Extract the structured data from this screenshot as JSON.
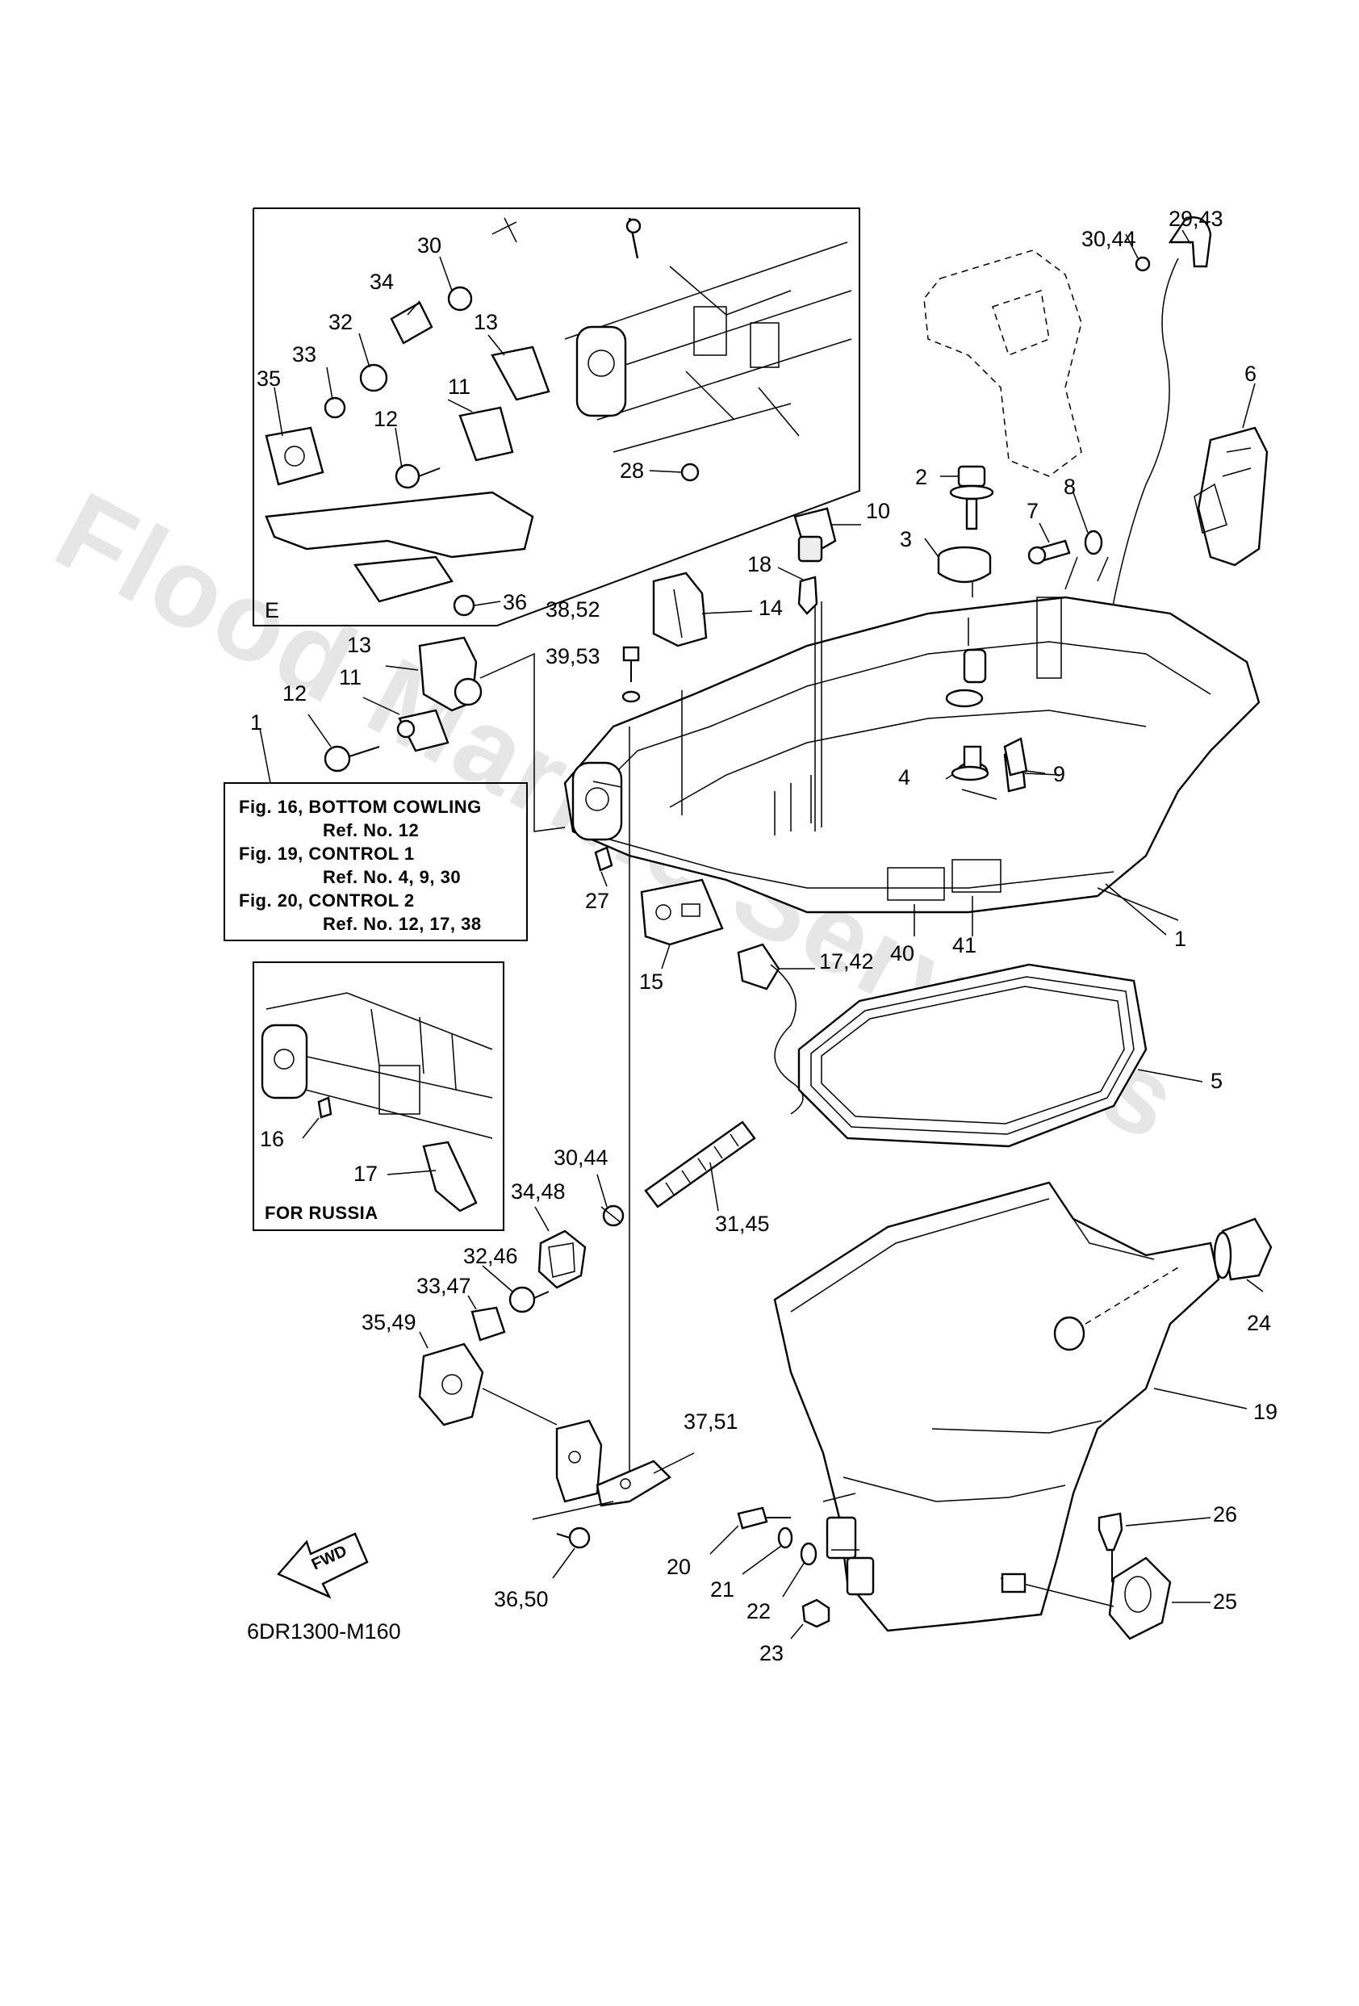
{
  "diagram": {
    "watermark": "Flood Marine Services",
    "drawing_code": "6DR1300-M160",
    "fwd_label": "FWD",
    "inset_e_label": "E",
    "inset_russia_label": "FOR RUSSIA",
    "note_lines": [
      "Fig. 16, BOTTOM COWLING",
      "Ref. No. 12",
      "Fig. 19, CONTROL 1",
      "Ref. No. 4, 9, 30",
      "Fig. 20, CONTROL 2",
      "Ref. No. 12, 17, 38"
    ],
    "callouts": {
      "c1": "1",
      "c2": "2",
      "c3": "3",
      "c4": "4",
      "c5": "5",
      "c6": "6",
      "c7": "7",
      "c8": "8",
      "c9": "9",
      "c10": "10",
      "c14": "14",
      "c15": "15",
      "c18": "18",
      "c19": "19",
      "c20": "20",
      "c21": "21",
      "c22": "22",
      "c23": "23",
      "c24": "24",
      "c25": "25",
      "c26": "26",
      "c27": "27",
      "c40": "40",
      "c41": "41",
      "c29_43": "29,43",
      "c30_44_top": "30,44",
      "c38_52": "38,52",
      "c39_53": "39,53",
      "c17_42": "17,42",
      "c31_45": "31,45",
      "c30_44_mid": "30,44",
      "c34_48": "34,48",
      "c32_46": "32,46",
      "c33_47": "33,47",
      "c35_49": "35,49",
      "c37_51": "37,51",
      "c36_50": "36,50",
      "e30": "30",
      "e34": "34",
      "e32": "32",
      "e33": "33",
      "e35": "35",
      "e13": "13",
      "e11": "11",
      "e12": "12",
      "e28": "28",
      "e36": "36",
      "m13": "13",
      "m11": "11",
      "m12": "12",
      "m1": "1",
      "r16": "16",
      "r17": "17"
    }
  }
}
